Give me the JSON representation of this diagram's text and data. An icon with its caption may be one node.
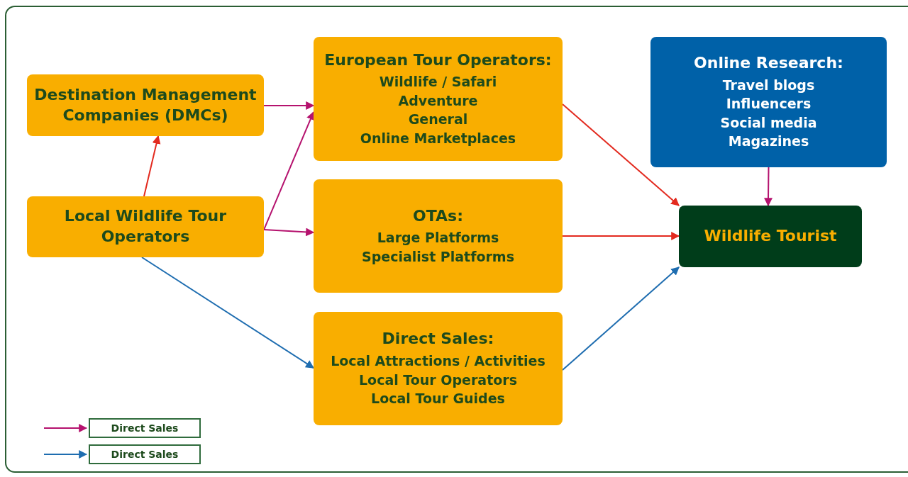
{
  "diagram": {
    "nodes": [
      {
        "text": [
          "Destination Management Companies (DMCs)"
        ]
      },
      {
        "text": [
          "Local Wildlife Tour Operators"
        ]
      },
      {
        "text": [
          "European Tour Operators:",
          "Wildlife / Safari",
          "Adventure",
          "General",
          "Online Marketplaces"
        ]
      },
      {
        "text": [
          "OTAs:",
          "Large Platforms",
          "Specialist Platforms"
        ]
      },
      {
        "text": [
          "Direct Sales:",
          "Local Attractions / Activities",
          "Local Tour Operators",
          "Local Tour Guides"
        ]
      },
      {
        "text": [
          "Online Research:",
          "Travel blogs",
          "Influencers",
          "Social media",
          "Magazines"
        ]
      },
      {
        "text": [
          "Wildlife Tourist"
        ]
      }
    ],
    "edges": [
      {
        "from": 1,
        "to": 0,
        "arrow": "to",
        "color": "#e32a1f"
      },
      {
        "from": 0,
        "to": 2,
        "arrow": "to"
      },
      {
        "from": 1,
        "to": 2,
        "arrow": "to"
      },
      {
        "from": 1,
        "to": 3,
        "arrow": "to"
      },
      {
        "from": 1,
        "to": 4,
        "arrow": "to",
        "color": "#1e6db0"
      },
      {
        "from": 2,
        "to": 6,
        "arrow": "to",
        "color": "#e32a1f"
      },
      {
        "from": 3,
        "to": 6,
        "arrow": "to",
        "color": "#e32a1f"
      },
      {
        "from": 4,
        "to": 6,
        "arrow": "to",
        "color": "#1e6db0"
      },
      {
        "from": 5,
        "to": 6,
        "arrow": "to"
      }
    ],
    "legend": [
      {
        "text": "Direct Sales"
      },
      {
        "text": "Direct Sales"
      }
    ]
  }
}
